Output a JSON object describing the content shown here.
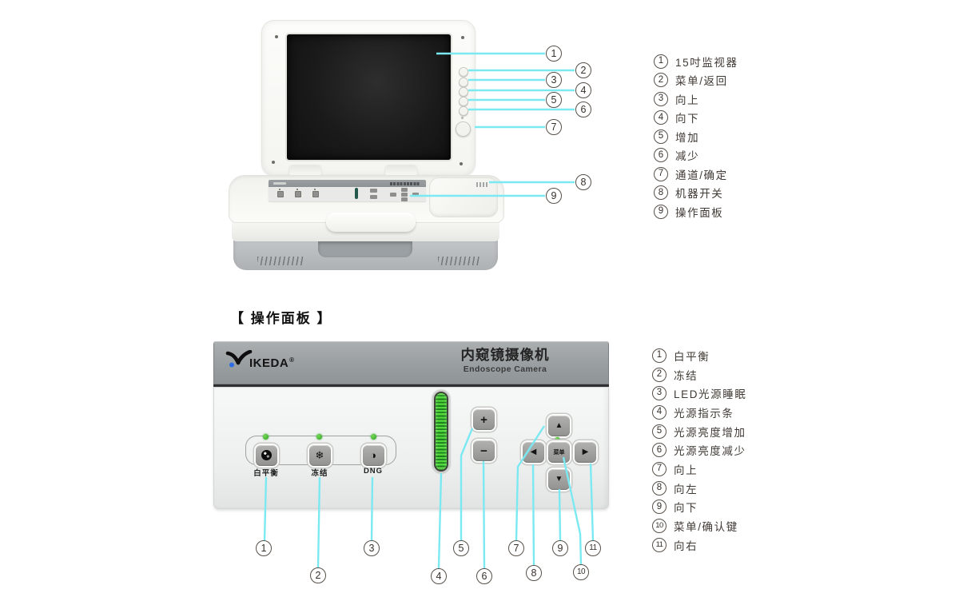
{
  "section_heading": "【 操作面板 】",
  "legend_top": [
    {
      "num": "1",
      "label": "15吋监视器"
    },
    {
      "num": "2",
      "label": "菜单/返回"
    },
    {
      "num": "3",
      "label": "向上"
    },
    {
      "num": "4",
      "label": "向下"
    },
    {
      "num": "5",
      "label": "增加"
    },
    {
      "num": "6",
      "label": "减少"
    },
    {
      "num": "7",
      "label": "通道/确定"
    },
    {
      "num": "8",
      "label": "机器开关"
    },
    {
      "num": "9",
      "label": "操作面板"
    }
  ],
  "legend_bottom": [
    {
      "num": "1",
      "label": "白平衡"
    },
    {
      "num": "2",
      "label": "冻结"
    },
    {
      "num": "3",
      "label": "LED光源睡眠"
    },
    {
      "num": "4",
      "label": "光源指示条"
    },
    {
      "num": "5",
      "label": "光源亮度增加"
    },
    {
      "num": "6",
      "label": "光源亮度减少"
    },
    {
      "num": "7",
      "label": "向上"
    },
    {
      "num": "8",
      "label": "向左"
    },
    {
      "num": "9",
      "label": "向下"
    },
    {
      "num": "10",
      "label": "菜单/确认键"
    },
    {
      "num": "11",
      "label": "向右"
    }
  ],
  "callouts_top": [
    "1",
    "2",
    "3",
    "4",
    "5",
    "6",
    "7",
    "8",
    "9"
  ],
  "callouts_bottom": [
    "1",
    "2",
    "3",
    "4",
    "5",
    "6",
    "7",
    "8",
    "9",
    "10",
    "11"
  ],
  "panel": {
    "brand": "IKEDA",
    "reg_mark": "®",
    "title_cn": "内窥镜摄像机",
    "title_en": "Endoscope Camera",
    "btn_white_balance": "白平衡",
    "btn_freeze": "冻结",
    "btn_dng": "DNG",
    "btn_plus": "+",
    "btn_minus": "−",
    "btn_up": "▲",
    "btn_down": "▼",
    "btn_left": "◀",
    "btn_right": "▶",
    "btn_menu": "菜单",
    "icon_freeze": "❄",
    "icon_dng": "◑"
  },
  "colors": {
    "callout_line": "#7be9f2",
    "led_green": "#45c93a",
    "panel_header_gray": "#9aa0a2",
    "logo_dot_blue": "#2d6ce5"
  }
}
